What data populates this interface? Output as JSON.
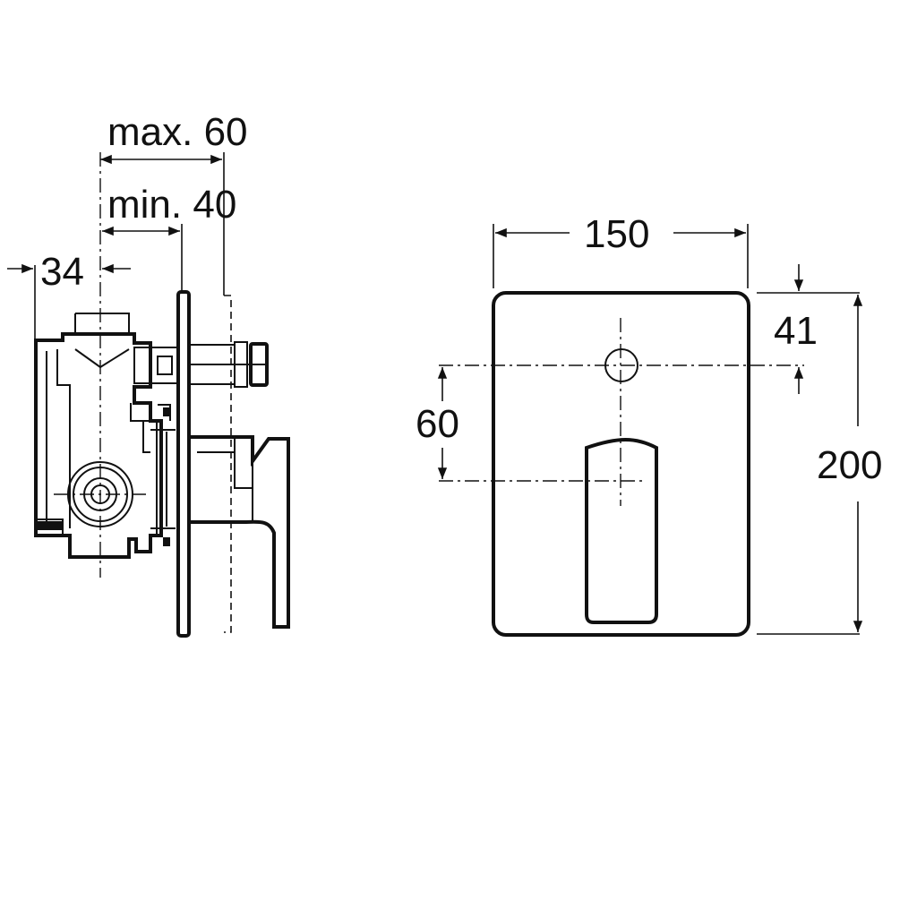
{
  "dimensions": {
    "max_depth": "max. 60",
    "min_depth": "min. 40",
    "wall_offset": "34",
    "plate_width": "150",
    "handle_offset": "41",
    "axis_distance": "60",
    "plate_height": "200"
  }
}
